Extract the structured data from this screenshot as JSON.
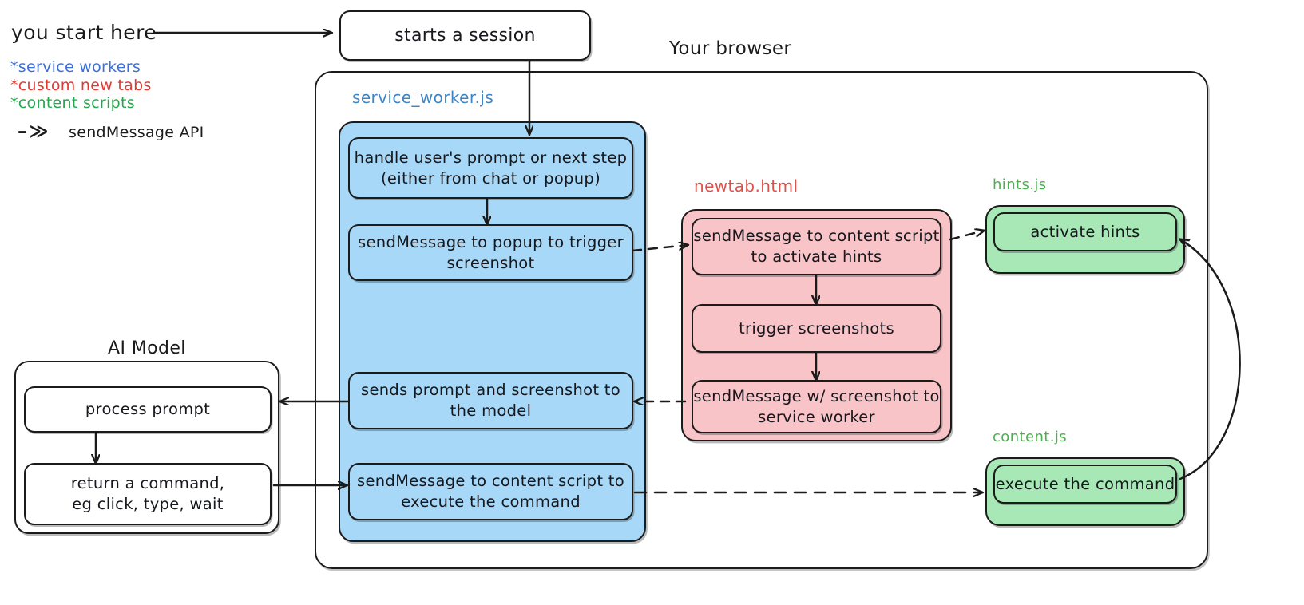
{
  "meta": {
    "colors": {
      "stroke": "#1b1b1b",
      "blue_fill": "#a8d8f7",
      "pink_fill": "#f9c4c8",
      "green_fill": "#a8e8b6",
      "blue_label": "#3d85c6",
      "red_label": "#e0504a",
      "green_label": "#4caf50",
      "background": "#ffffff"
    }
  },
  "legend": {
    "start_here": "you start here",
    "items": [
      {
        "text": "*service workers",
        "color": "#3d6fd8"
      },
      {
        "text": "*custom new tabs",
        "color": "#e03a33"
      },
      {
        "text": "*content scripts",
        "color": "#22a84a"
      }
    ],
    "arrow_glyph": "–≫",
    "arrow_legend": "sendMessage API"
  },
  "entry": {
    "label": "starts a session"
  },
  "browser": {
    "label": "Your browser"
  },
  "ai_model": {
    "title": "AI Model",
    "nodes": [
      {
        "id": "process-prompt",
        "label": "process prompt"
      },
      {
        "id": "return-command",
        "label": "return a command,\neg click, type, wait"
      }
    ]
  },
  "service_worker": {
    "title": "service_worker.js",
    "title_color": "#3d85c6",
    "nodes": [
      {
        "id": "handle-prompt",
        "label": "handle user's prompt or next step\n(either from chat or popup)"
      },
      {
        "id": "trigger-popup",
        "label": "sendMessage to popup to trigger\nscreenshot"
      },
      {
        "id": "send-to-model",
        "label": "sends prompt and screenshot to\nthe model"
      },
      {
        "id": "send-to-content",
        "label": "sendMessage to content script to\nexecute the command"
      }
    ]
  },
  "newtab": {
    "title": "newtab.html",
    "title_color": "#e0504a",
    "nodes": [
      {
        "id": "activate-hints-msg",
        "label": "sendMessage to content script\nto activate hints"
      },
      {
        "id": "trigger-screenshots",
        "label": "trigger screenshots"
      },
      {
        "id": "send-screenshot",
        "label": "sendMessage w/ screenshot to\nservice worker"
      }
    ]
  },
  "hints": {
    "title": "hints.js",
    "title_color": "#4caf50",
    "nodes": [
      {
        "id": "activate-hints",
        "label": "activate hints"
      }
    ]
  },
  "content": {
    "title": "content.js",
    "title_color": "#4caf50",
    "nodes": [
      {
        "id": "execute-command",
        "label": "execute the command"
      }
    ]
  }
}
